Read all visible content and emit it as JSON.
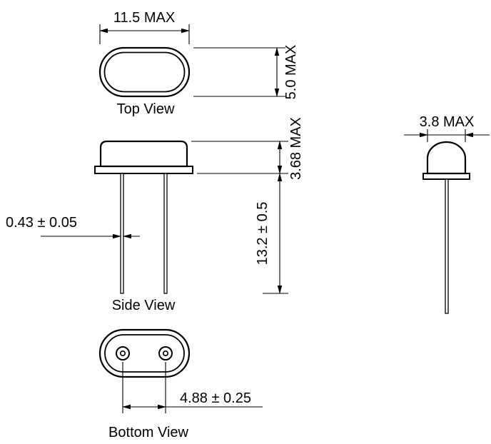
{
  "drawing": {
    "top_view": {
      "label": "Top View",
      "width_dim": "11.5 MAX",
      "height_dim": "5.0 MAX"
    },
    "side_view": {
      "label": "Side View",
      "case_height_dim": "3.68 MAX",
      "lead_length_dim": "13.2 ± 0.5",
      "lead_diameter_dim": "0.43 ± 0.05"
    },
    "bottom_view": {
      "label": "Bottom View",
      "lead_spacing_dim": "4.88 ± 0.25"
    },
    "end_view": {
      "width_dim": "3.8 MAX"
    },
    "colors": {
      "line": "#000000",
      "background": "#ffffff"
    }
  }
}
